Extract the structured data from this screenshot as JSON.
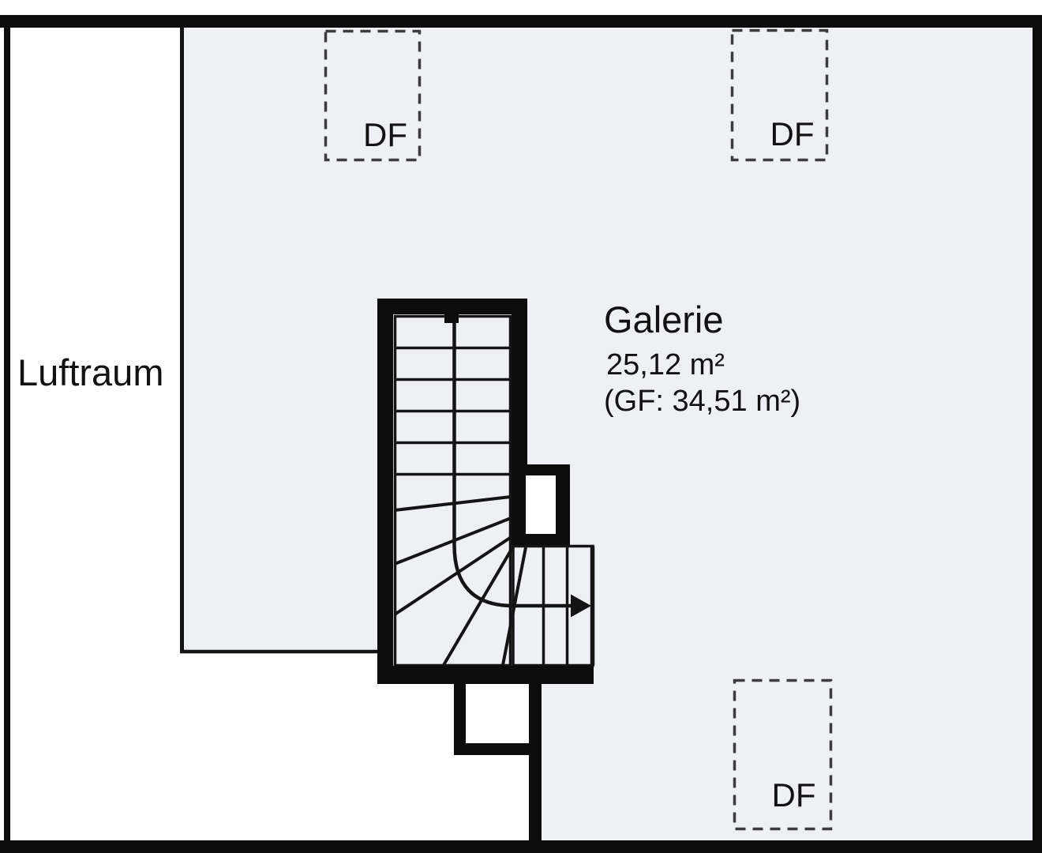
{
  "floorplan": {
    "rooms": [
      {
        "id": "luftraum",
        "label": "Luftraum"
      },
      {
        "id": "galerie",
        "label": "Galerie",
        "area_m2": "25,12 m²",
        "gross_floor_area": "(GF: 34,51 m²)"
      }
    ],
    "roof_windows": [
      {
        "label": "DF"
      },
      {
        "label": "DF"
      },
      {
        "label": "DF"
      }
    ],
    "colors": {
      "floor": "#eef0f4",
      "wall": "#0c0c0c",
      "line": "#141414",
      "dash": "#3c3c3c",
      "background": "#ffffff"
    }
  }
}
